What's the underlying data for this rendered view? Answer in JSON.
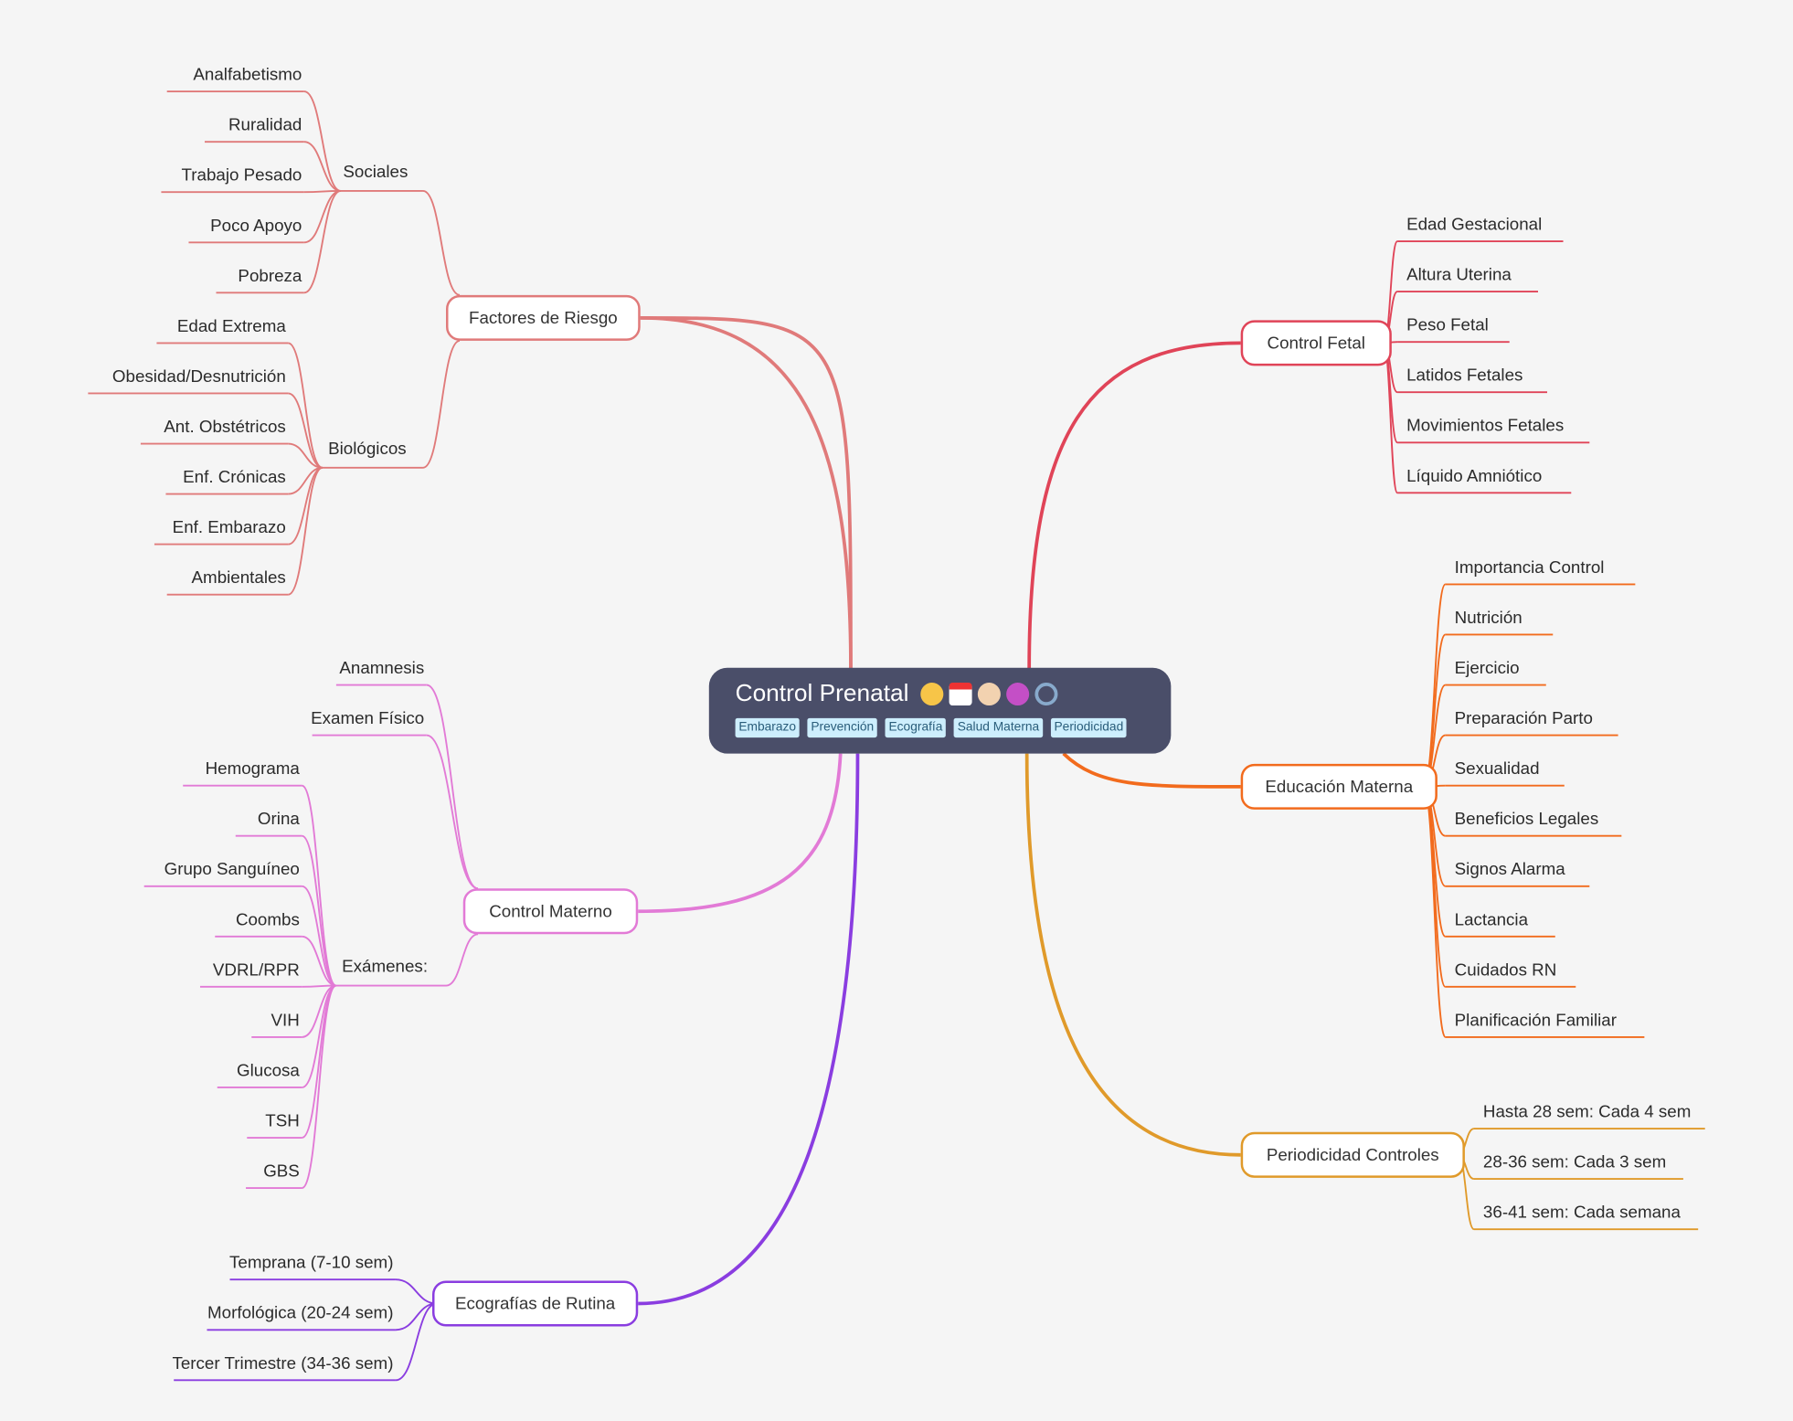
{
  "root": {
    "title": "Control Prenatal",
    "icons": [
      "baby-emoji-icon",
      "calendar-emoji-icon",
      "health-worker-emoji-icon",
      "breastfeeding-emoji-icon",
      "magnifier-emoji-icon"
    ],
    "tags": [
      "Embarazo",
      "Prevención",
      "Ecografía",
      "Salud Materna",
      "Periodicidad"
    ]
  },
  "colors": {
    "factores": "#e07a7a",
    "control_fetal": "#e04458",
    "educacion": "#f26b1d",
    "periodicidad": "#e09a2a",
    "materno": "#e27ad6",
    "ecografias": "#8a3de0",
    "root_bg": "#4a4e69",
    "tag_bg": "#cdeefd"
  },
  "branches": {
    "factores": {
      "label": "Factores de Riesgo",
      "sociales": {
        "label": "Sociales",
        "items": [
          "Analfabetismo",
          "Ruralidad",
          "Trabajo Pesado",
          "Poco Apoyo",
          "Pobreza"
        ]
      },
      "biologicos": {
        "label": "Biológicos",
        "items": [
          "Edad Extrema",
          "Obesidad/Desnutrición",
          "Ant. Obstétricos",
          "Enf. Crónicas",
          "Enf. Embarazo",
          "Ambientales"
        ]
      }
    },
    "control_fetal": {
      "label": "Control Fetal",
      "items": [
        "Edad Gestacional",
        "Altura Uterina",
        "Peso Fetal",
        "Latidos Fetales",
        "Movimientos Fetales",
        "Líquido Amniótico"
      ]
    },
    "educacion": {
      "label": "Educación Materna",
      "items": [
        "Importancia Control",
        "Nutrición",
        "Ejercicio",
        "Preparación Parto",
        "Sexualidad",
        "Beneficios Legales",
        "Signos Alarma",
        "Lactancia",
        "Cuidados RN",
        "Planificación Familiar"
      ]
    },
    "periodicidad": {
      "label": "Periodicidad Controles",
      "items": [
        "Hasta 28 sem: Cada 4 sem",
        "28-36 sem: Cada 3 sem",
        "36-41 sem: Cada semana"
      ]
    },
    "materno": {
      "label": "Control Materno",
      "items": [
        "Anamnesis",
        "Examen Físico"
      ],
      "examenes": {
        "label": "Exámenes:",
        "items": [
          "Hemograma",
          "Orina",
          "Grupo Sanguíneo",
          "Coombs",
          "VDRL/RPR",
          "VIH",
          "Glucosa",
          "TSH",
          "GBS"
        ]
      }
    },
    "ecografias": {
      "label": "Ecografías de Rutina",
      "items": [
        "Temprana (7-10 sem)",
        "Morfológica (20-24 sem)",
        "Tercer Trimestre (34-36 sem)"
      ]
    }
  }
}
